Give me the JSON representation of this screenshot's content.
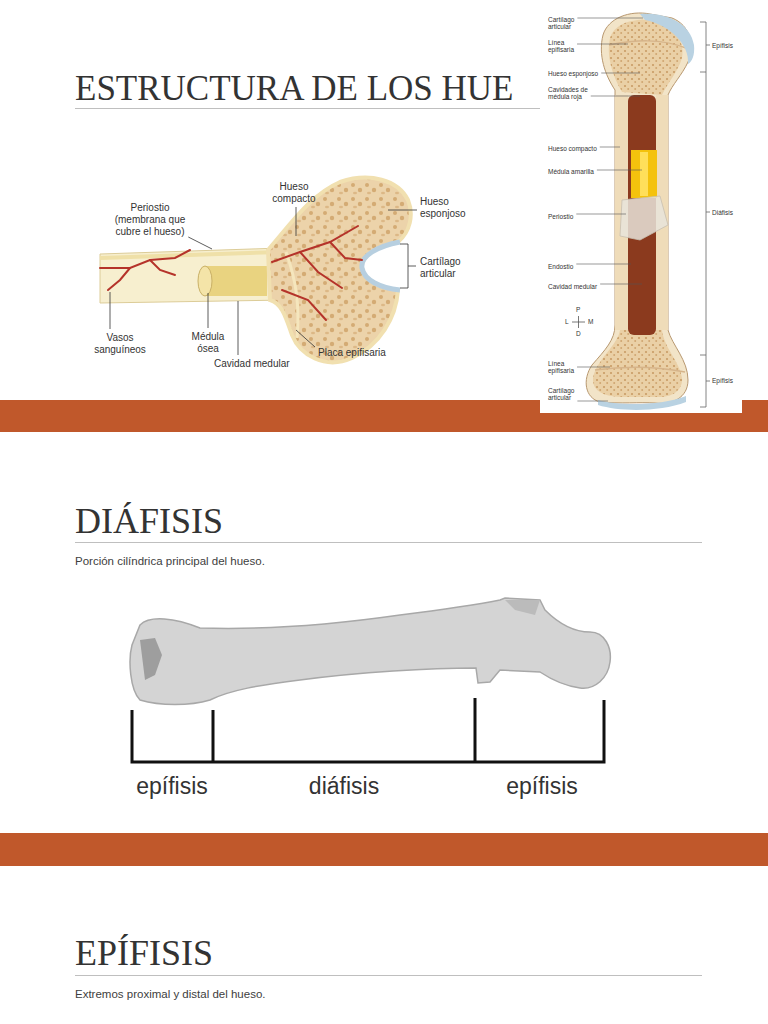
{
  "diagram": {
    "title": "ESTRUCTURA DE LOS HUE",
    "labels": [
      "Periostio (membrana que cubre el hueso)",
      "Hueso compacto",
      "Hueso esponjoso",
      "Cartílago articular",
      "Vasos sanguíneos",
      "Médula ósea",
      "Cavidad medular",
      "Placa epifisaria",
      "Cartílago articular",
      "Línea epifisaria",
      "Hueso esponjoso",
      "Cavidades de médula roja",
      "Hueso compacto",
      "Médula amarilla",
      "Periostio",
      "Endostio",
      "Cavidad medular",
      "P",
      "L",
      "M",
      "D",
      "Línea epifisaria",
      "Cartílago articular",
      "Epífisis",
      "Diáfisis",
      "Epífisis",
      "DIÁFISIS",
      "Porción cilíndrica principal del hueso.",
      "epífisis",
      "diáfisis",
      "epífisis",
      "EPÍFISIS",
      "Extremos proximal y distal del hueso."
    ]
  }
}
